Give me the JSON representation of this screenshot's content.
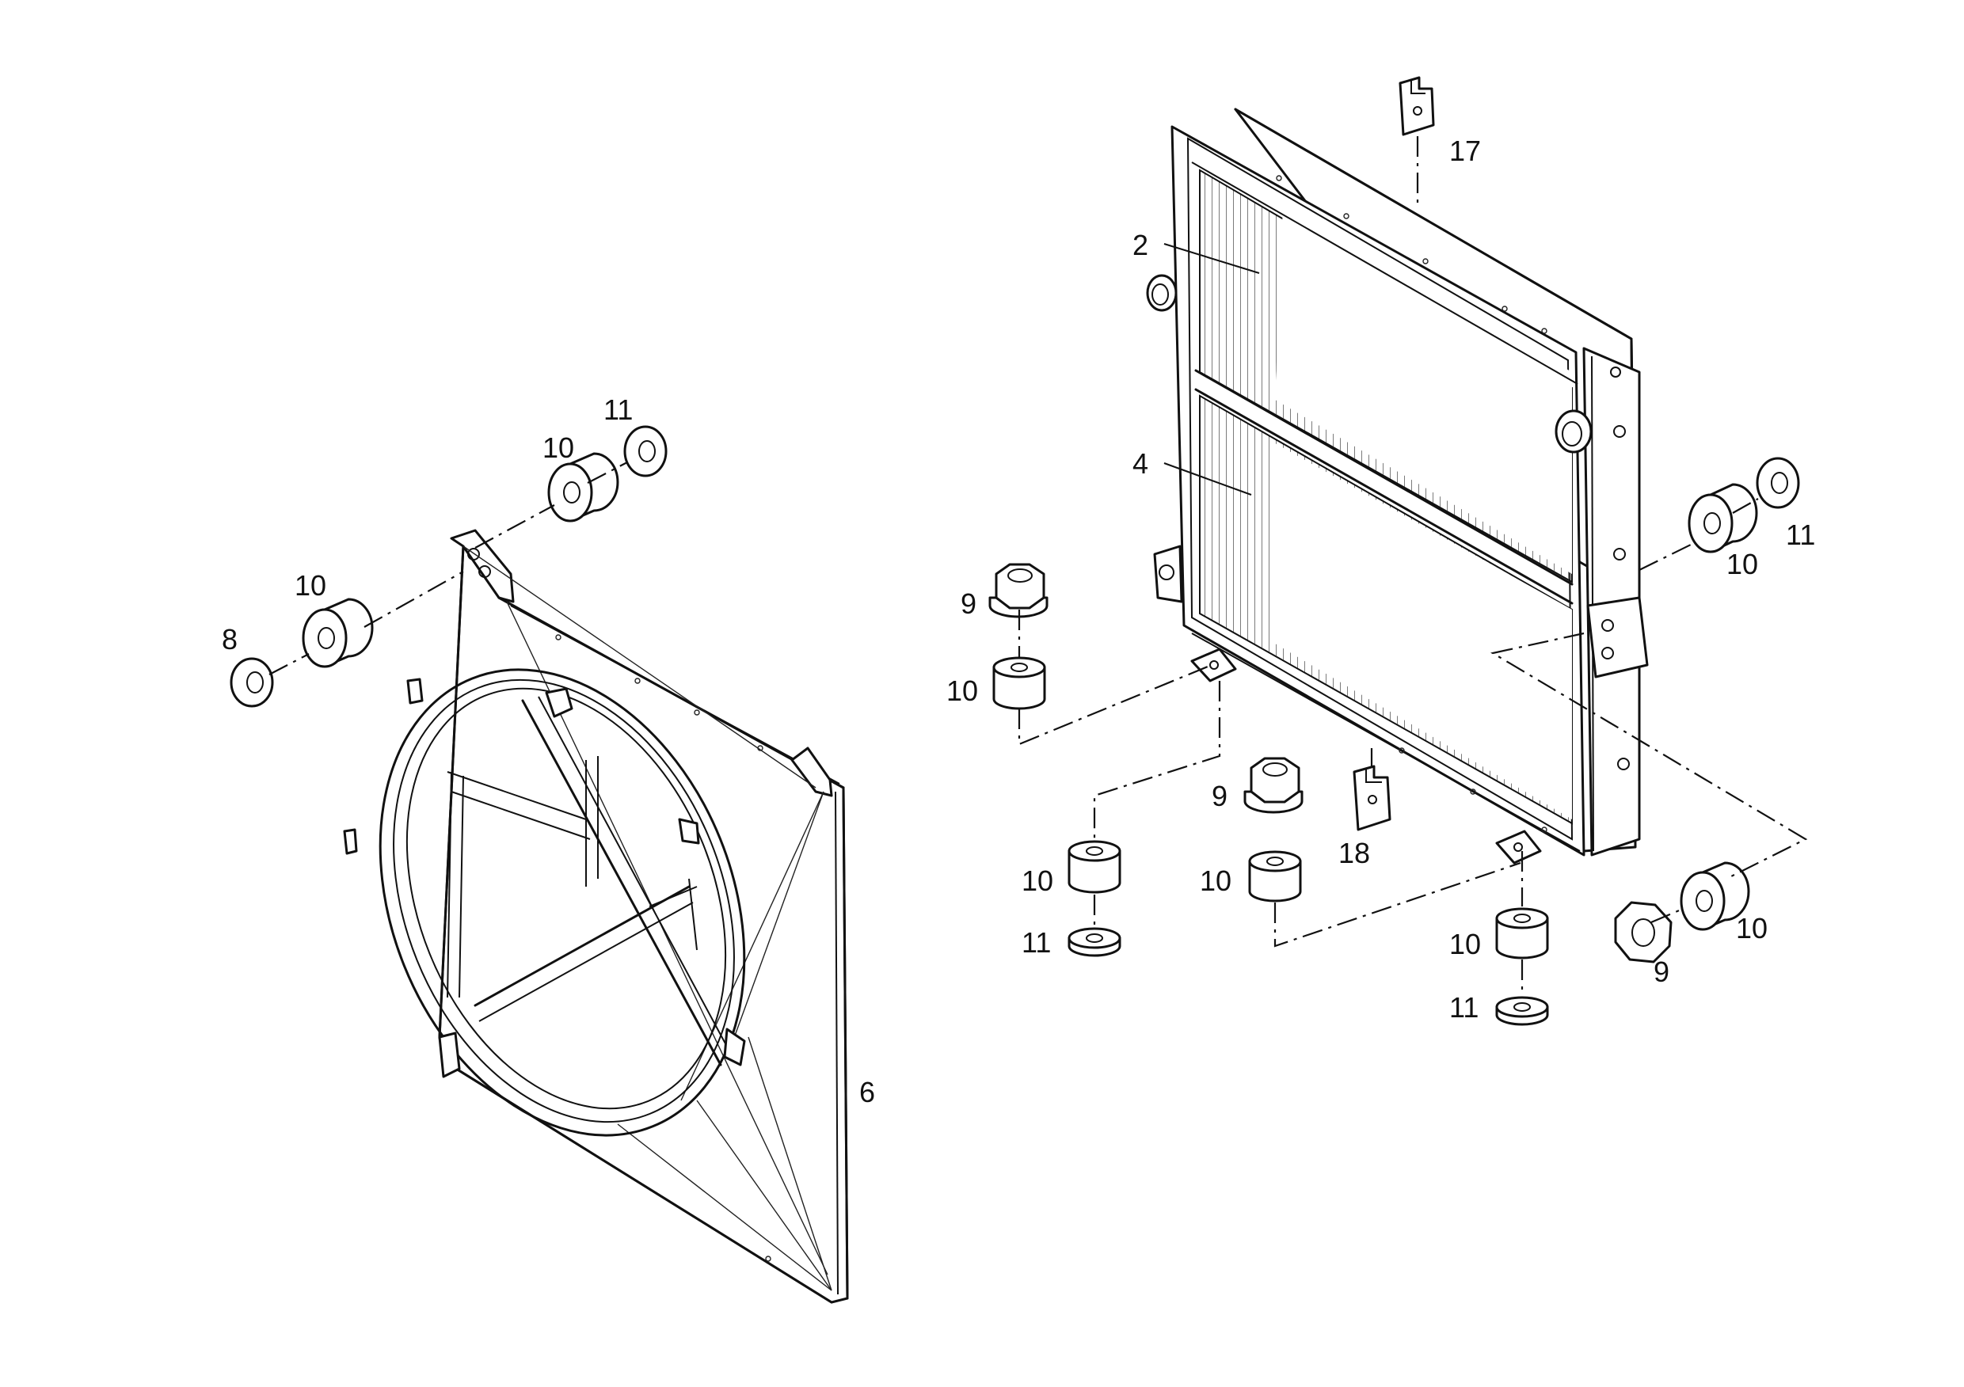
{
  "parts": {
    "p2": "2",
    "p4": "4",
    "p6": "6",
    "p8": "8",
    "p9": "9",
    "p10": "10",
    "p11": "11",
    "p17": "17",
    "p18": "18"
  },
  "colors": {
    "line": "#111111",
    "background": "#ffffff"
  }
}
